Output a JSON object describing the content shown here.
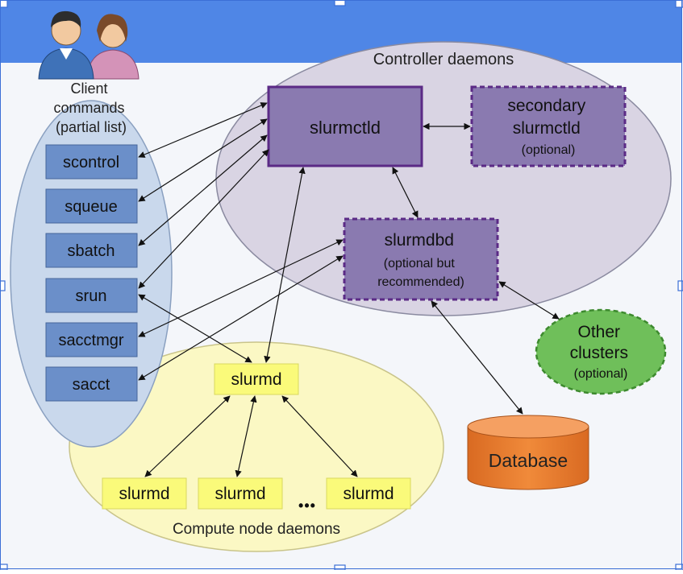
{
  "client_group": {
    "label_lines": [
      "Client",
      "commands",
      "(partial list)"
    ],
    "commands": [
      "scontrol",
      "squeue",
      "sbatch",
      "srun",
      "sacctmgr",
      "sacct"
    ]
  },
  "controller_group": {
    "label": "Controller daemons",
    "slurmctld": {
      "label": "slurmctld"
    },
    "secondary": {
      "lines": [
        "secondary",
        "slurmctld",
        "(optional)"
      ]
    },
    "slurmdbd": {
      "lines": [
        "slurmdbd",
        "(optional but",
        "recommended)"
      ]
    }
  },
  "other_clusters": {
    "lines": [
      "Other",
      "clusters",
      "(optional)"
    ]
  },
  "database": {
    "label": "Database"
  },
  "compute_group": {
    "label": "Compute node daemons",
    "main_node": "slurmd",
    "nodes": [
      "slurmd",
      "slurmd",
      "slurmd"
    ],
    "ellipsis": "•••"
  },
  "colors": {
    "header_band": "#4f86e6",
    "client_ellipse": "#c9d8ec",
    "command_box": "#6b8fc9",
    "controller_ellipse": "#d9d4e3",
    "daemon_box": "#8a7ab0",
    "daemon_border": "#5b2a86",
    "compute_ellipse": "#fbf8c4",
    "slurmd_box": "#fafa7a",
    "other_clusters": "#6fbf5a",
    "database": "#e8782c"
  }
}
